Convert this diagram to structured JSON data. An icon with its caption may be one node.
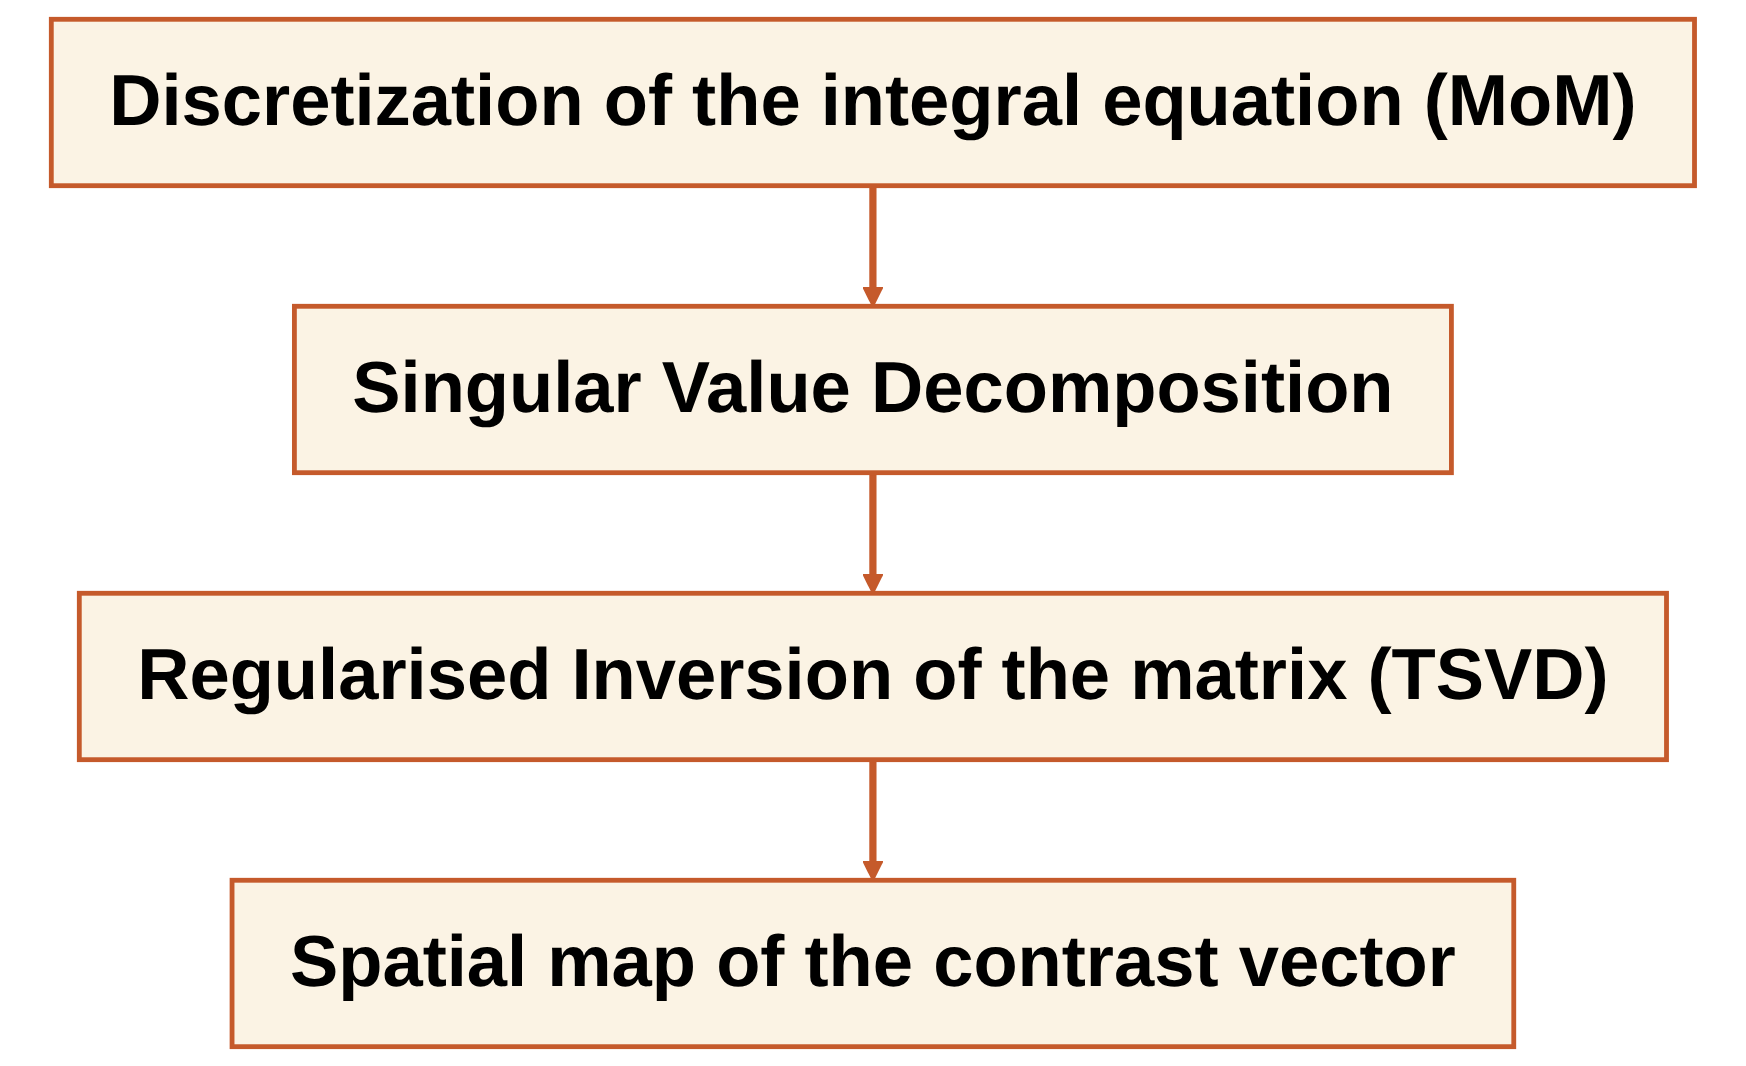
{
  "diagram": {
    "nodes": [
      {
        "text": [
          "Discretization of the integral equation (MoM)"
        ]
      },
      {
        "text": [
          "Singular Value Decomposition"
        ]
      },
      {
        "text": [
          "Regularised Inversion of the matrix (TSVD)"
        ]
      },
      {
        "text": [
          "Spatial map of the contrast vector"
        ]
      }
    ],
    "edges": [
      {
        "from": 0,
        "to": 1,
        "arrow": "to"
      },
      {
        "from": 1,
        "to": 2,
        "arrow": "to"
      },
      {
        "from": 2,
        "to": 3,
        "arrow": "to"
      }
    ]
  }
}
